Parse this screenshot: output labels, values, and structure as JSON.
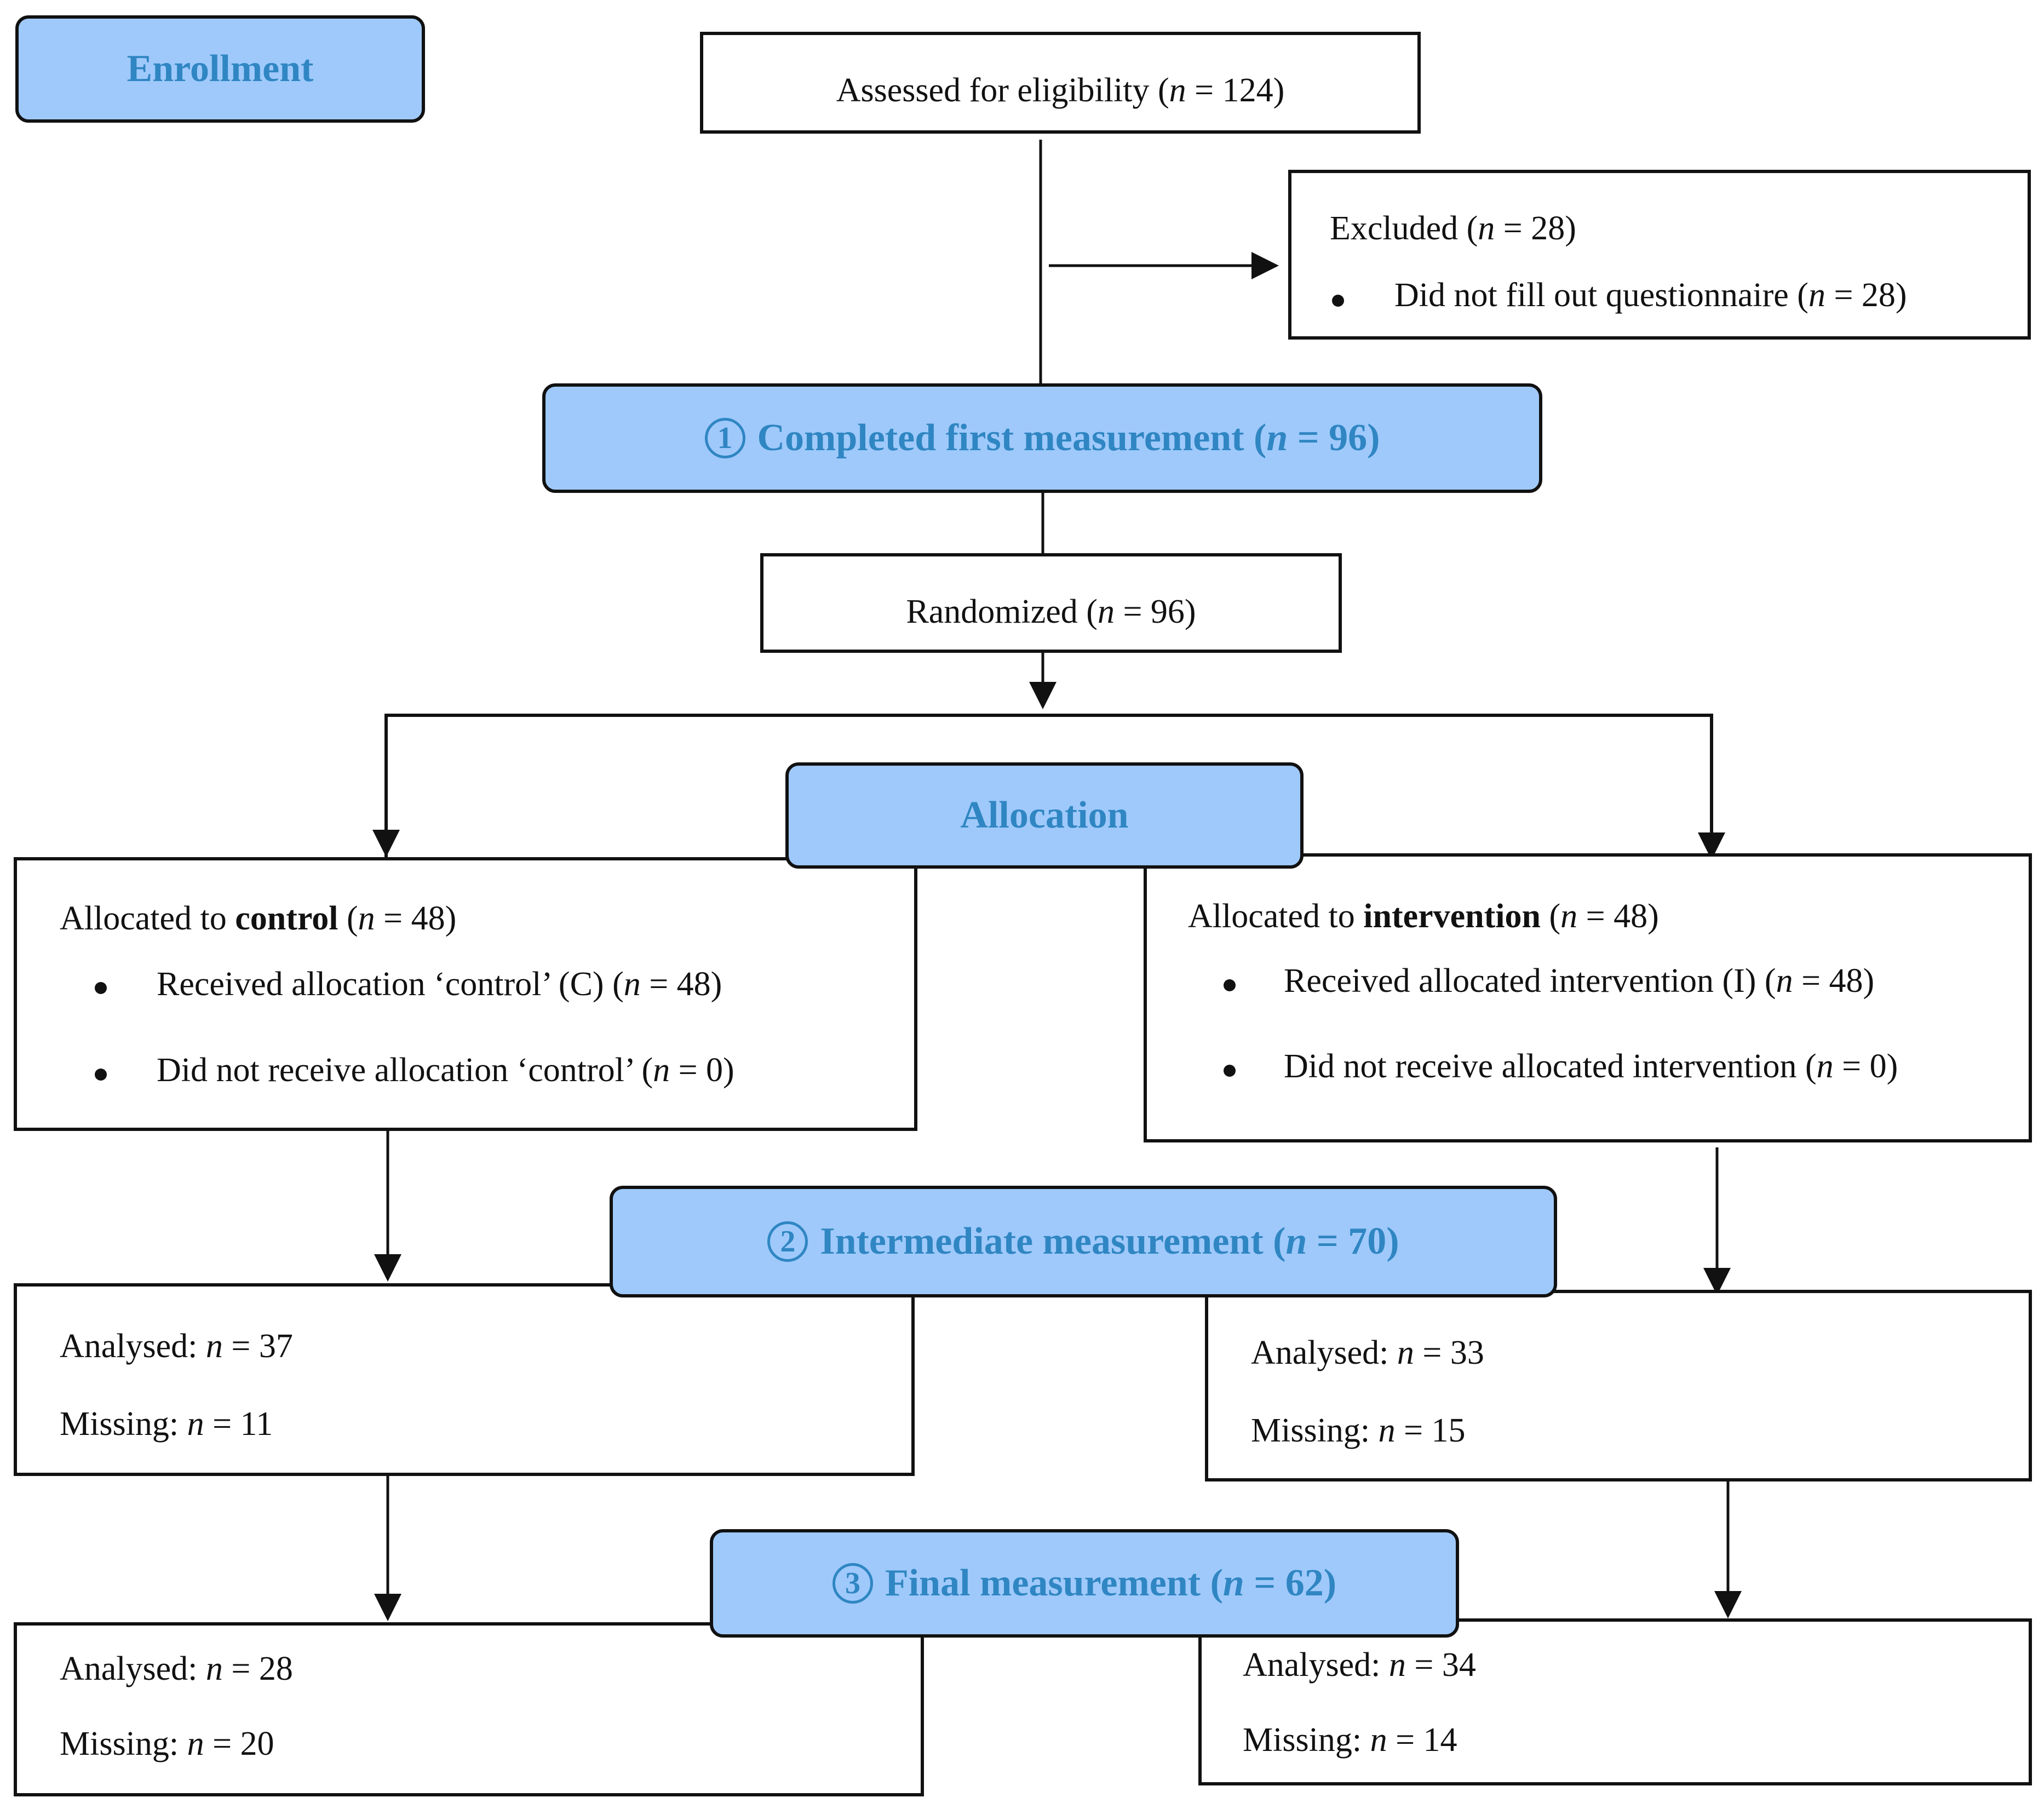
{
  "colors": {
    "phase_fill": "#9fc9fb",
    "phase_text": "#2f86c2",
    "line": "#111111"
  },
  "phases": {
    "enrollment": "Enrollment",
    "first": {
      "num": "1",
      "label": "Completed first measurement (",
      "n": "n",
      "rest": " = 96)"
    },
    "allocation": "Allocation",
    "intermediate": {
      "num": "2",
      "label": "Intermediate measurement (",
      "n": "n",
      "rest": " = 70)"
    },
    "final": {
      "num": "3",
      "label": "Final measurement (",
      "n": "n",
      "rest": " = 62)"
    }
  },
  "assessed": {
    "label": "Assessed for eligibility (",
    "n": "n",
    "rest": " = 124)"
  },
  "excluded": {
    "title": {
      "label": "Excluded (",
      "n": "n",
      "rest": " = 28)"
    },
    "item": {
      "label": "Did not fill out questionnaire (",
      "n": "n",
      "rest": " = 28)"
    }
  },
  "randomized": {
    "label": "Randomized (",
    "n": "n",
    "rest": " = 96)"
  },
  "control": {
    "title": {
      "pre": "Allocated to ",
      "bold": "control",
      "mid": " (",
      "n": "n",
      "rest": " = 48)"
    },
    "item1": {
      "label": "Received allocation ‘control’ (C) (",
      "n": "n",
      "rest": " = 48)"
    },
    "item2": {
      "label": "Did not receive allocation ‘control’ (",
      "n": "n",
      "rest": " = 0)"
    },
    "mid_analysed": {
      "label": "Analysed: ",
      "n": "n",
      "rest": " = 37"
    },
    "mid_missing": {
      "label": "Missing: ",
      "n": "n",
      "rest": " = 11"
    },
    "final_analysed": {
      "label": "Analysed: ",
      "n": "n",
      "rest": " = 28"
    },
    "final_missing": {
      "label": "Missing: ",
      "n": "n",
      "rest": " = 20"
    }
  },
  "intervention": {
    "title": {
      "pre": "Allocated to ",
      "bold": "intervention",
      "mid": " (",
      "n": "n",
      "rest": " = 48)"
    },
    "item1": {
      "label": "Received allocated intervention (I) (",
      "n": "n",
      "rest": " = 48)"
    },
    "item2": {
      "label": "Did not receive allocated intervention (",
      "n": "n",
      "rest": " = 0)"
    },
    "mid_analysed": {
      "label": "Analysed: ",
      "n": "n",
      "rest": " = 33"
    },
    "mid_missing": {
      "label": "Missing: ",
      "n": "n",
      "rest": " = 15"
    },
    "final_analysed": {
      "label": "Analysed: ",
      "n": "n",
      "rest": " = 34"
    },
    "final_missing": {
      "label": "Missing: ",
      "n": "n",
      "rest": " = 14"
    }
  }
}
